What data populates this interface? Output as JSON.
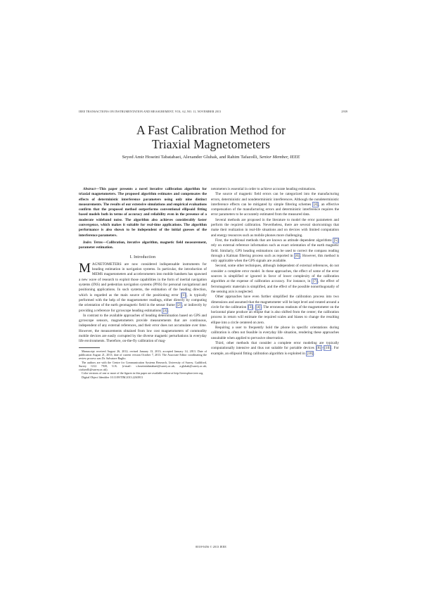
{
  "running_head": {
    "left": "IEEE TRANSACTIONS ON INSTRUMENTATION AND MEASUREMENT, VOL. 62, NO. 11, NOVEMBER 2013",
    "page_number": "2939"
  },
  "title": {
    "line1": "A Fast Calibration Method for",
    "line2": "Triaxial Magnetometers"
  },
  "authors": {
    "names": "Seyed Amir Hoseini Tabatabaei, Alexander Gluhak, and Rahim Tafazolli,",
    "suffix": "Senior Member, IEEE"
  },
  "abstract": {
    "lead": "Abstract",
    "text": "—This paper presents a novel iterative calibration algorithm for triaxial magnetometers. The proposed algorithm estimates and compensates the effects of deterministic interference parameters using only nine distinct measurements. The results of our extensive simulations and empirical evaluations confirm that the proposed method outperforms conventional ellipsoid fitting based models both in terms of accuracy and reliability even in the presence of a moderate wideband noise. The algorithm also achieves considerably faster convergence, which makes it suitable for real-time applications. The algorithm performance is also shown to be independent of the initial guesses of the interference parameters."
  },
  "index_terms": {
    "lead": "Index Terms",
    "text": "—Calibration, iterative algorithm, magnetic field measurement, parameter estimation."
  },
  "intro": {
    "heading": "I. Introduction",
    "p1": {
      "dropcap": "M",
      "text_a": "AGNETOMETERS are now considered indispensable instruments for heading estimation in navigation systems. In particular, the introduction of MEMS magnetometers and accelerometers into mobile handsets has spawned a new wave of research to exploit those capabilities in the form of inertial navigation systems (INS) and pedestrian navigation systems (PNS) for personal navigational and positioning applications. In such systems, the estimation of the heading direction, which is regarded as the main source of the positioning error ",
      "ref1": "[1]",
      "text_b": ", is typically performed with the help of the magnetometer readings, either directly by computing the orientation of the earth geomagnetic field in the sensor frame ",
      "ref2": "[2]",
      "text_c": ", or indirectly by providing a reference for gyroscope heading estimations ",
      "ref3": "[3]",
      "text_d": "."
    },
    "p2": "In contrast to the available approaches of heading determination based on GPS and gyroscope sensors, magnetometers provide measurements that are continuous, independent of any external references, and their error does not accumulate over time. However, the measurements obtained from low cost magnetometers of commodity mobile devices are easily corrupted by the diverse magnetic perturbations in everyday life environments. Therefore, on-the-fly calibration of mag-"
  },
  "footnotes": {
    "f1": "Manuscript received August 26, 2012; revised January 13, 2013; accepted January 14, 2013. Date of publication August 21, 2013; date of current version October 7, 2013. The Associate Editor coordinating the review process was Dr. Salvatore Baglio.",
    "f2": "The authors are with the Centre for Communication Systems Research, University of Surrey, Guildford, Surrey GU2 7XH, U.K. (e-mail: s.hoseinitabatabaei@surrey.ac.uk; a.gluhak@surrey.ac.uk; r.tafazolli@surrey.ac.uk).",
    "f3": "Color versions of one or more of the figures in this paper are available online at http://ieeexplore.ieee.org.",
    "f4": "Digital Object Identifier 10.1109/TIM.2013.2263913"
  },
  "right": {
    "p0": "netometers is essential in order to achieve accurate heading estimations.",
    "p1_a": "The source of magnetic field errors can be categorized into the manufacturing errors, deterministic and nondeterministic interferences. Although the nondeterministic interference effects can be mitigated by simple filtering schemes ",
    "p1_ref": "[4]",
    "p1_b": ", an effective compensation of the manufacturing errors and deterministic interference requires the error parameters to be accurately estimated from the measured data.",
    "p2": "Several methods are proposed in the literature to model the error parameters and perform the required calibration. Nevertheless, there are several shortcomings that make their realization in real-life situations and on devices with limited computation and energy resources such as mobile phones more challenging.",
    "p3_a": "First, the traditional methods that are known as attitude dependent algorithms ",
    "p3_ref1": "[5]",
    "p3_b": " rely on external reference information such as exact orientation of the earth magnetic field. Similarly, GPS heading estimations can be used to correct the compass reading through a Kalman filtering process such as reported in ",
    "p3_ref2": "[6]",
    "p3_c": ". However, this method is only applicable when the GPS signals are available.",
    "p4_a": "Second, some other techniques, although independent of external references, do not consider a complete error model. In these approaches, the effect of some of the error sources is simplified or ignored in favor of lower complexity of the calibration algorithm at the expense of calibration accuracy. For instance, in ",
    "p4_ref": "[7]",
    "p4_b": ", the effect of ferromagnetic materials is simplified, and the effect of the possible nonorthogonally of the sensing axis is neglected.",
    "p5_a": "Other approaches have even further simplified the calibration process into two dimensions and assumed that the magnetometer will be kept level and rotated around a circle for the calibration ",
    "p5_ref1": "[3]",
    "p5_mid": ", ",
    "p5_ref2": "[4]",
    "p5_b": ". The erroneous readouts of the magnetometer on the horizontal plane produce an ellipse that is also shifted from the center; the calibration process in return will estimate the required scales and biases to change the resulting ellipse into a circle centered on zero.",
    "p6": "Requiring a user to frequently hold the phone in specific orientations during calibration is often not feasible in everyday life situation, rendering these approaches unsuitable when applied to pervasive observation.",
    "p7_a": "Third, other methods that consider a complete error modeling are typically computationally intensive and thus not suitable for portable devices ",
    "p7_ref1": "[8]",
    "p7_mid": "–",
    "p7_ref2": "[10]",
    "p7_b": ". For example, an ellipsoid fitting calibration algorithm is exploited in ",
    "p7_ref3": "[10]",
    "p7_c": "."
  },
  "footer": {
    "copyright": "0018-9456 © 2013 IEEE"
  }
}
